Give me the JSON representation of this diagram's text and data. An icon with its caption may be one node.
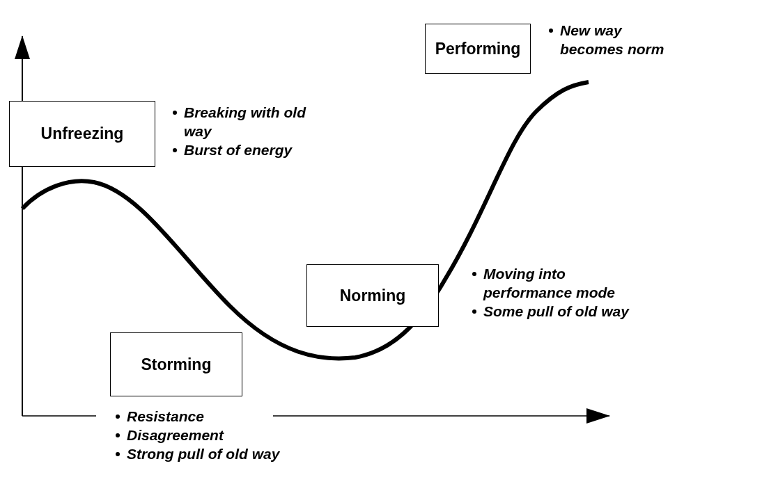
{
  "diagram": {
    "nodes": [
      {
        "text": [
          "Performing"
        ],
        "beside": [
          "New way becomes norm"
        ]
      },
      {
        "text": [
          "Unfreezing"
        ],
        "beside": [
          "Breaking with  old way",
          "Burst of energy"
        ]
      },
      {
        "text": [
          "Norming"
        ],
        "beside": [
          "Moving into performance mode",
          "Some pull of old way"
        ]
      },
      {
        "text": [
          "Storming"
        ],
        "beside": [
          "Resistance",
          "Disagreement",
          "Strong pull of old way"
        ]
      }
    ]
  }
}
